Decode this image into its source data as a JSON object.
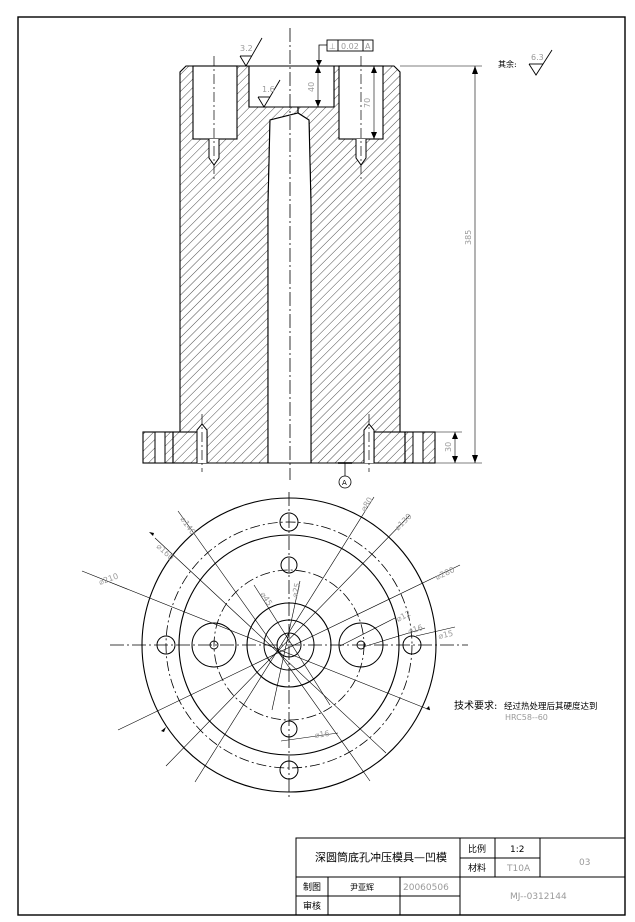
{
  "surface": {
    "roughness_top_left": "3.2",
    "roughness_top_center": "1.6",
    "roughness_other_label": "其余:",
    "roughness_other_value": "6.3"
  },
  "tolerance": {
    "symbol": "⊥",
    "value": "0.02",
    "datum": "A"
  },
  "datum_bottom": "A",
  "dimensions": {
    "height_total": "385",
    "height_top_pocket": "40",
    "height_top_hole": "70",
    "height_base": "30",
    "diameters": [
      "⌀210",
      "⌀160",
      "⌀140",
      "⌀45",
      "⌀80",
      "⌀25",
      "⌀130",
      "⌀280",
      "⌀12",
      "⌀16",
      "⌀15"
    ]
  },
  "notes": {
    "tech_label": "技术要求:",
    "tech_text": "经过热处理后其硬度达到",
    "hardness": "HRC58--60"
  },
  "title_block": {
    "title": "深圆筒底孔冲压模具—凹模",
    "scale_label": "比例",
    "scale_value": "1:2",
    "material_label": "材料",
    "material_value": "T10A",
    "sheet_no": "03",
    "drawn_label": "制图",
    "drawn_name": "尹亚辉",
    "drawn_date": "20060506",
    "check_label": "审核",
    "drawing_no": "MJ--0312144"
  }
}
